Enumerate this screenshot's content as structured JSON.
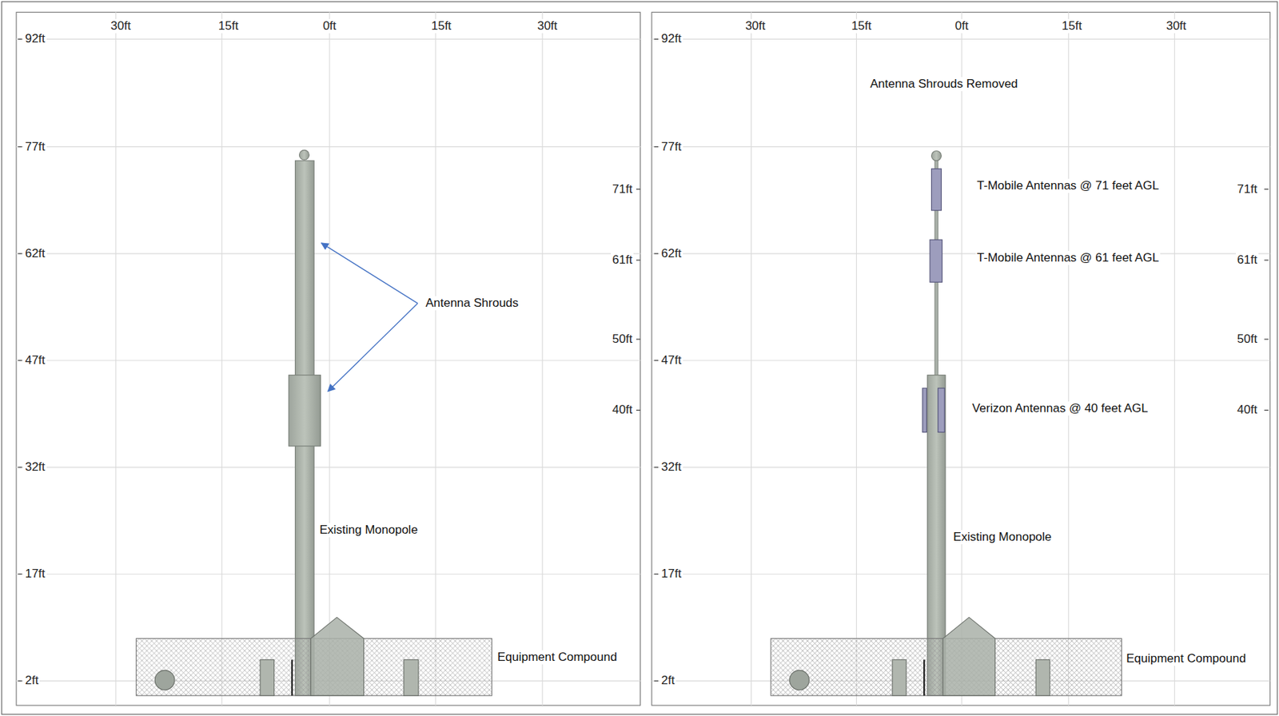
{
  "diagram": {
    "labels": [
      "30ft",
      "15ft",
      "0ft",
      "15ft",
      "30ft",
      "92ft",
      "77ft",
      "62ft",
      "47ft",
      "32ft",
      "17ft",
      "2ft",
      "71ft",
      "61ft",
      "50ft",
      "40ft",
      "Antenna Shrouds",
      "Existing Monopole",
      "Equipment Compound",
      "30ft",
      "15ft",
      "0ft",
      "15ft",
      "30ft",
      "92ft",
      "77ft",
      "62ft",
      "47ft",
      "32ft",
      "17ft",
      "2ft",
      "Antenna Shrouds Removed",
      "T-Mobile Antennas @ 71 feet AGL",
      "T-Mobile Antennas @ 61 feet AGL",
      "Verizon Antennas @ 40 feet AGL",
      "Existing Monopole",
      "Equipment Compound",
      "71ft",
      "61ft",
      "50ft",
      "40ft"
    ]
  }
}
